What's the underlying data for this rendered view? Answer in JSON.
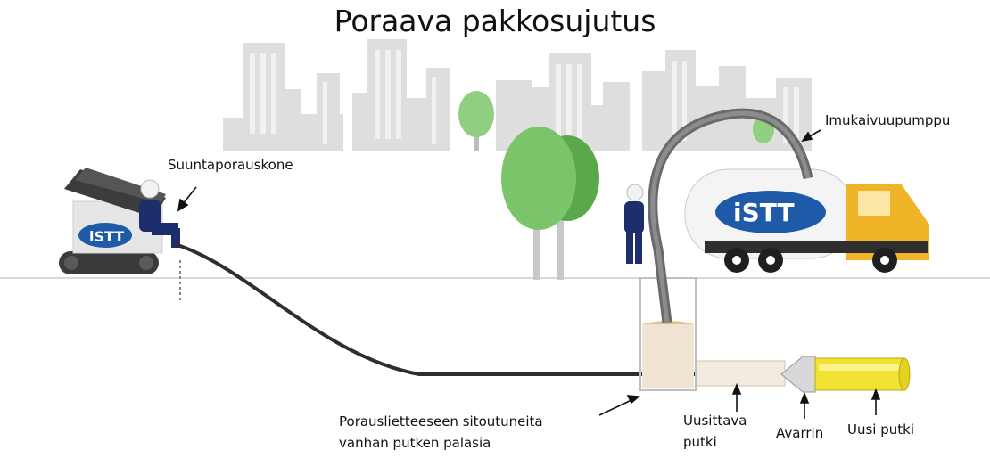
{
  "title": "Poraava pakkosujutus",
  "labels": {
    "drilling_machine": "Suuntaporauskone",
    "suction_pump": "Imukaivuupumppu",
    "slurry_line1": "Porauslietteeseen sitoutuneita",
    "slurry_line2": "vanhan putken palasia",
    "old_pipe_line1": "Uusittava",
    "old_pipe_line2": "putki",
    "reamer": "Avarrin",
    "new_pipe": "Uusi putki"
  },
  "logo_text": "iSTT",
  "colors": {
    "buildings": "#dcdcdc",
    "tree_green": "#7bc46a",
    "tree_dark": "#5aa84c",
    "truck_cab": "#f0b429",
    "logo_blue": "#1e5aa8",
    "pipe_dark": "#333333",
    "new_pipe": "#f2e233",
    "pit_fill": "#efe3d2"
  }
}
